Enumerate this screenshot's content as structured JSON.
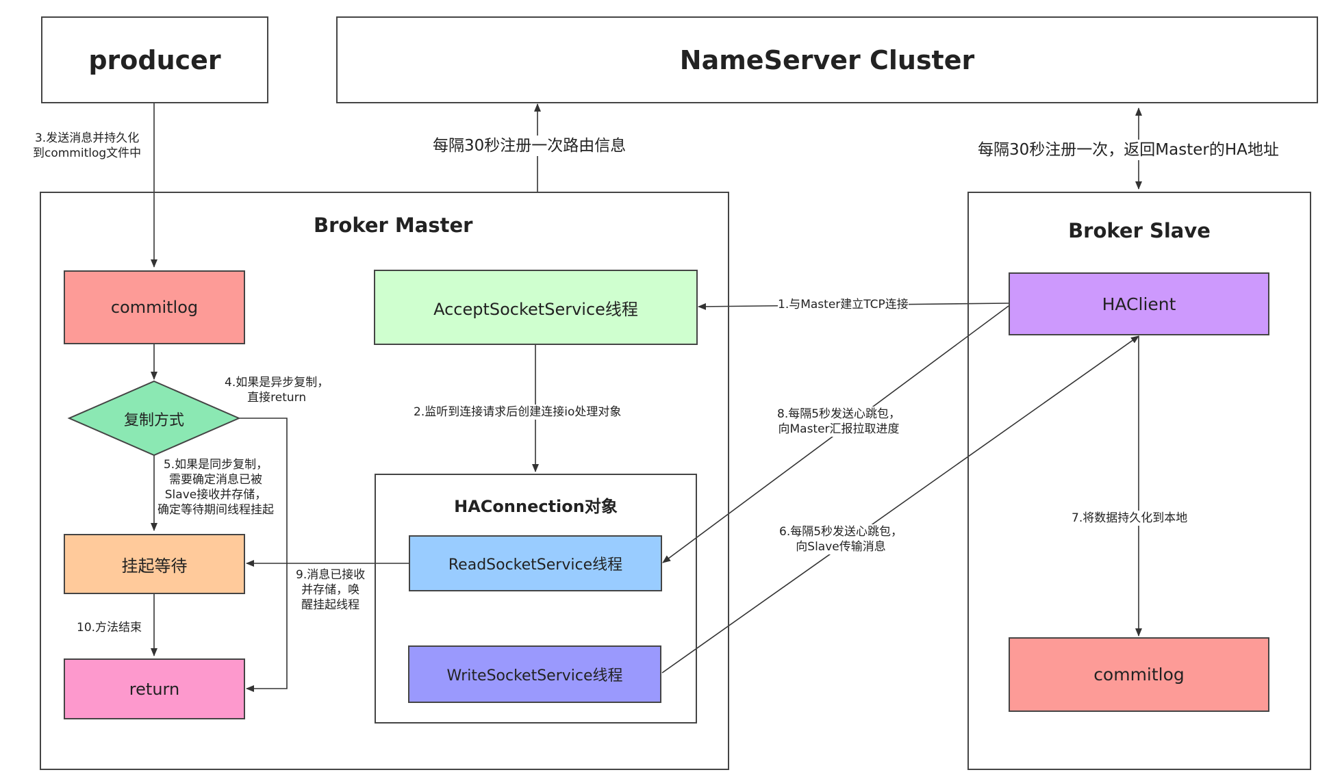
{
  "colors": {
    "commitlog": "#fd9b97",
    "accept": "#cfffcf",
    "haclient": "#cd99fd",
    "diamond": "#8be8b3",
    "wait": "#ffca9b",
    "return": "#fd99cd",
    "read": "#99ccff",
    "write": "#9a99fd",
    "line": "#333333"
  },
  "nodes": {
    "producer": "producer",
    "nameserver": "NameServer Cluster",
    "broker_master": "Broker Master",
    "broker_slave": "Broker Slave",
    "commitlog_master": "commitlog",
    "accept_socket": "AcceptSocketService线程",
    "replication_mode": "复制方式",
    "suspend_wait": "挂起等待",
    "return": "return",
    "ha_connection": "HAConnection对象",
    "read_socket": "ReadSocketService线程",
    "write_socket": "WriteSocketService线程",
    "ha_client": "HAClient",
    "commitlog_slave": "commitlog"
  },
  "labels": {
    "step3": [
      "3.发送消息并持久化",
      "到commitlog文件中"
    ],
    "master_register": "每隔30秒注册一次路由信息",
    "slave_register": "每隔30秒注册一次，返回Master的HA地址",
    "step1": "1.与Master建立TCP连接",
    "step2": "2.监听到连接请求后创建连接io处理对象",
    "step4": [
      "4.如果是异步复制，",
      "直接return"
    ],
    "step5": [
      "5.如果是同步复制，",
      "需要确定消息已被",
      "Slave接收并存储，",
      "确定等待期间线程挂起"
    ],
    "step8": [
      "8.每隔5秒发送心跳包，",
      "向Master汇报拉取进度"
    ],
    "step6": [
      "6.每隔5秒发送心跳包，",
      "向Slave传输消息"
    ],
    "step7": "7.将数据持久化到本地",
    "step9": [
      "9.消息已接收",
      "并存储，唤",
      "醒挂起线程"
    ],
    "step10": "10.方法结束"
  }
}
